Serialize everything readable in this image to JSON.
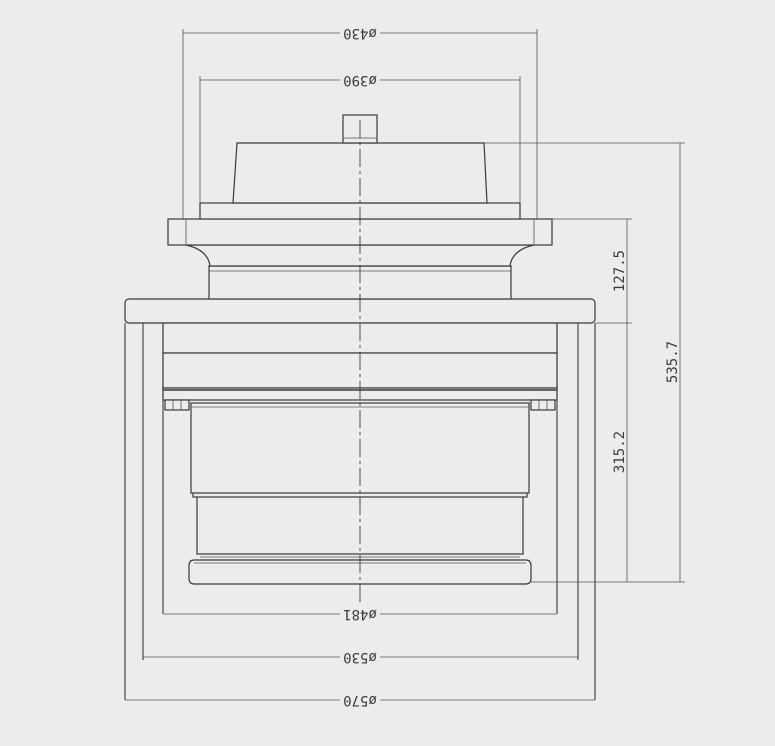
{
  "drawing": {
    "dimensions": {
      "phi430": "ø430",
      "phi390": "ø390",
      "phi481": "ø481",
      "phi530": "ø530",
      "phi570": "ø570",
      "h127": "127.5",
      "h315": "315.2",
      "h535": "535.7"
    }
  }
}
